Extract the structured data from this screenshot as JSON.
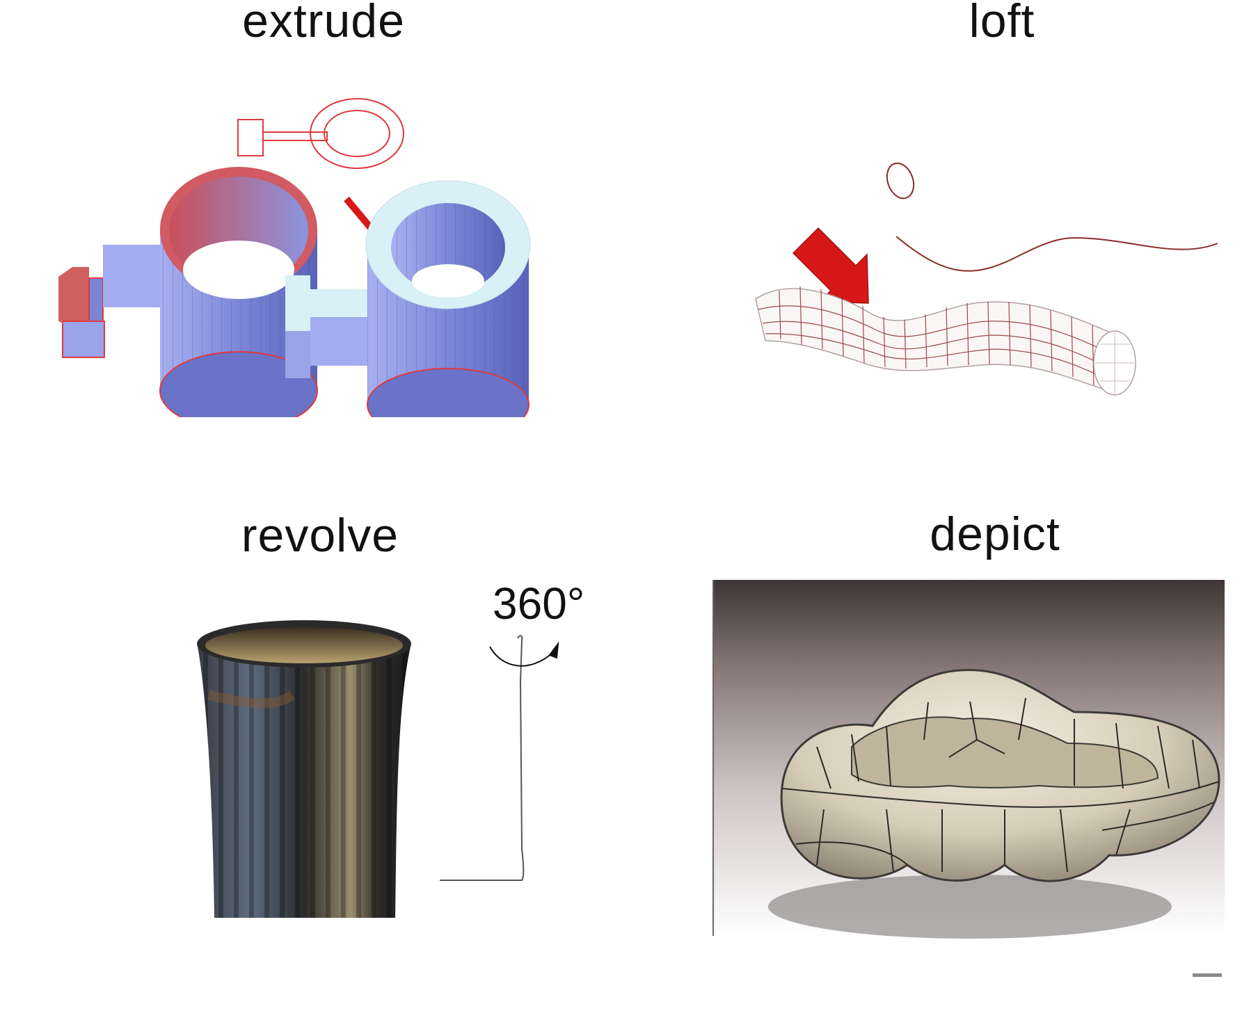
{
  "panels": {
    "extrude": {
      "title": "extrude"
    },
    "loft": {
      "title": "loft"
    },
    "revolve": {
      "title": "revolve",
      "angle_label": "360°"
    },
    "depict": {
      "title": "depict"
    }
  },
  "colors": {
    "profile_red": "#e0393e",
    "arrow_red": "#d81818",
    "extrude_blue": "#8c96e6",
    "extrude_cyan": "#d8f0f6",
    "loft_wire": "#8a2a2a",
    "bowl_stone": "#d9d2c0"
  },
  "icons": [
    "down-left-arrow-icon",
    "down-right-arrow-icon",
    "loft-arrow-icon",
    "rotation-arrow-icon"
  ]
}
